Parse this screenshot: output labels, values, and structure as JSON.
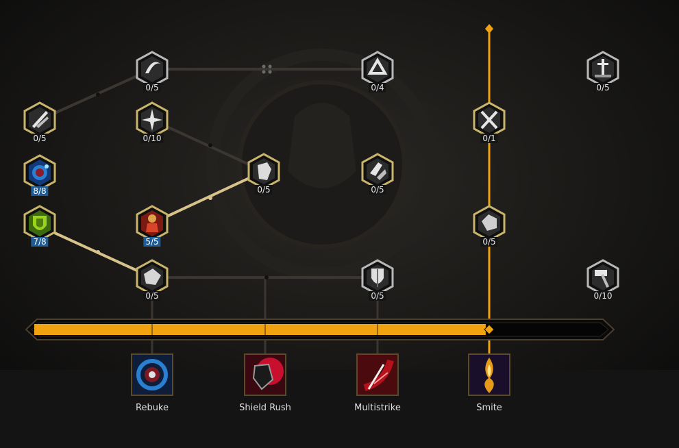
{
  "colors": {
    "accent": "#f0a211",
    "line_active": "#d8c28c",
    "line_inactive": "#3b3631",
    "node_inactive": "#b8b8b8",
    "node_active": "#c8b46a",
    "count_active_bg": "#1d5c95"
  },
  "nodes": [
    {
      "id": "n1",
      "count": "0/5",
      "icon": "slash-icon",
      "active": false
    },
    {
      "id": "n2",
      "count": "0/4",
      "icon": "whirlwind-icon",
      "active": false
    },
    {
      "id": "n3",
      "count": "0/5",
      "icon": "sword-in-ground-icon",
      "active": false
    },
    {
      "id": "n4",
      "count": "0/5",
      "icon": "blade-burst-icon",
      "active": true
    },
    {
      "id": "n5",
      "count": "0/10",
      "icon": "star-burst-icon",
      "active": true
    },
    {
      "id": "n6",
      "count": "0/1",
      "icon": "crossed-swords-icon",
      "active": true
    },
    {
      "id": "n7",
      "count": "8/8",
      "icon": "blue-orb-icon",
      "active": true,
      "highlight": true
    },
    {
      "id": "n8",
      "count": "0/5",
      "icon": "gauntlet-icon",
      "active": true
    },
    {
      "id": "n9",
      "count": "0/5",
      "icon": "armor-plate-icon",
      "active": true
    },
    {
      "id": "n10",
      "count": "7/8",
      "icon": "green-armor-icon",
      "active": true,
      "highlight": true
    },
    {
      "id": "n11",
      "count": "5/5",
      "icon": "red-warrior-icon",
      "active": true,
      "highlight": true
    },
    {
      "id": "n12",
      "count": "0/5",
      "icon": "fist-icon",
      "active": true
    },
    {
      "id": "n13",
      "count": "0/5",
      "icon": "shield-bash-icon",
      "active": true
    },
    {
      "id": "n14",
      "count": "0/5",
      "icon": "shield-icon",
      "active": false
    },
    {
      "id": "n15",
      "count": "0/10",
      "icon": "hammer-icon",
      "active": false
    }
  ],
  "progress": {
    "fill": 0.79
  },
  "skills": [
    {
      "id": "rebuke",
      "label": "Rebuke",
      "icon": "rebuke-icon",
      "color": "#2a7fd1"
    },
    {
      "id": "shield-rush",
      "label": "Shield Rush",
      "icon": "shield-rush-icon",
      "color": "#c8102e"
    },
    {
      "id": "multistrike",
      "label": "Multistrike",
      "icon": "multistrike-icon",
      "color": "#b3121b"
    },
    {
      "id": "smite",
      "label": "Smite",
      "icon": "smite-icon",
      "color": "#e59a1a"
    }
  ]
}
